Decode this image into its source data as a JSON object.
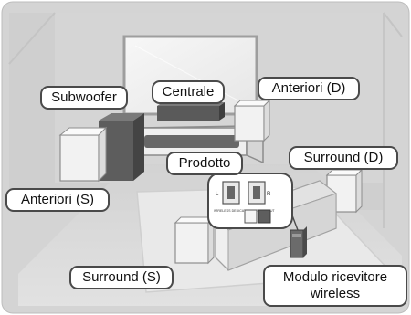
{
  "diagram": {
    "labels": {
      "subwoofer": "Subwoofer",
      "centrale": "Centrale",
      "anteriori_d": "Anteriori (D)",
      "prodotto": "Prodotto",
      "surround_d": "Surround (D)",
      "anteriori_s": "Anteriori (S)",
      "surround_s": "Surround (S)",
      "modulo_line1": "Modulo ricevitore",
      "modulo_line2": "wireless"
    },
    "inset": {
      "port_left": "L",
      "port_right": "R",
      "caption": "WIRELESS DEDICATED SPEAKER OUT"
    },
    "colors": {
      "background": "#d4d4d4",
      "room_frame": "#c2c2c2",
      "floor": "#dcdcdc",
      "speaker_light": "#f2f2f2",
      "speaker_dark": "#585858",
      "label_border": "#4a4a4a"
    }
  }
}
